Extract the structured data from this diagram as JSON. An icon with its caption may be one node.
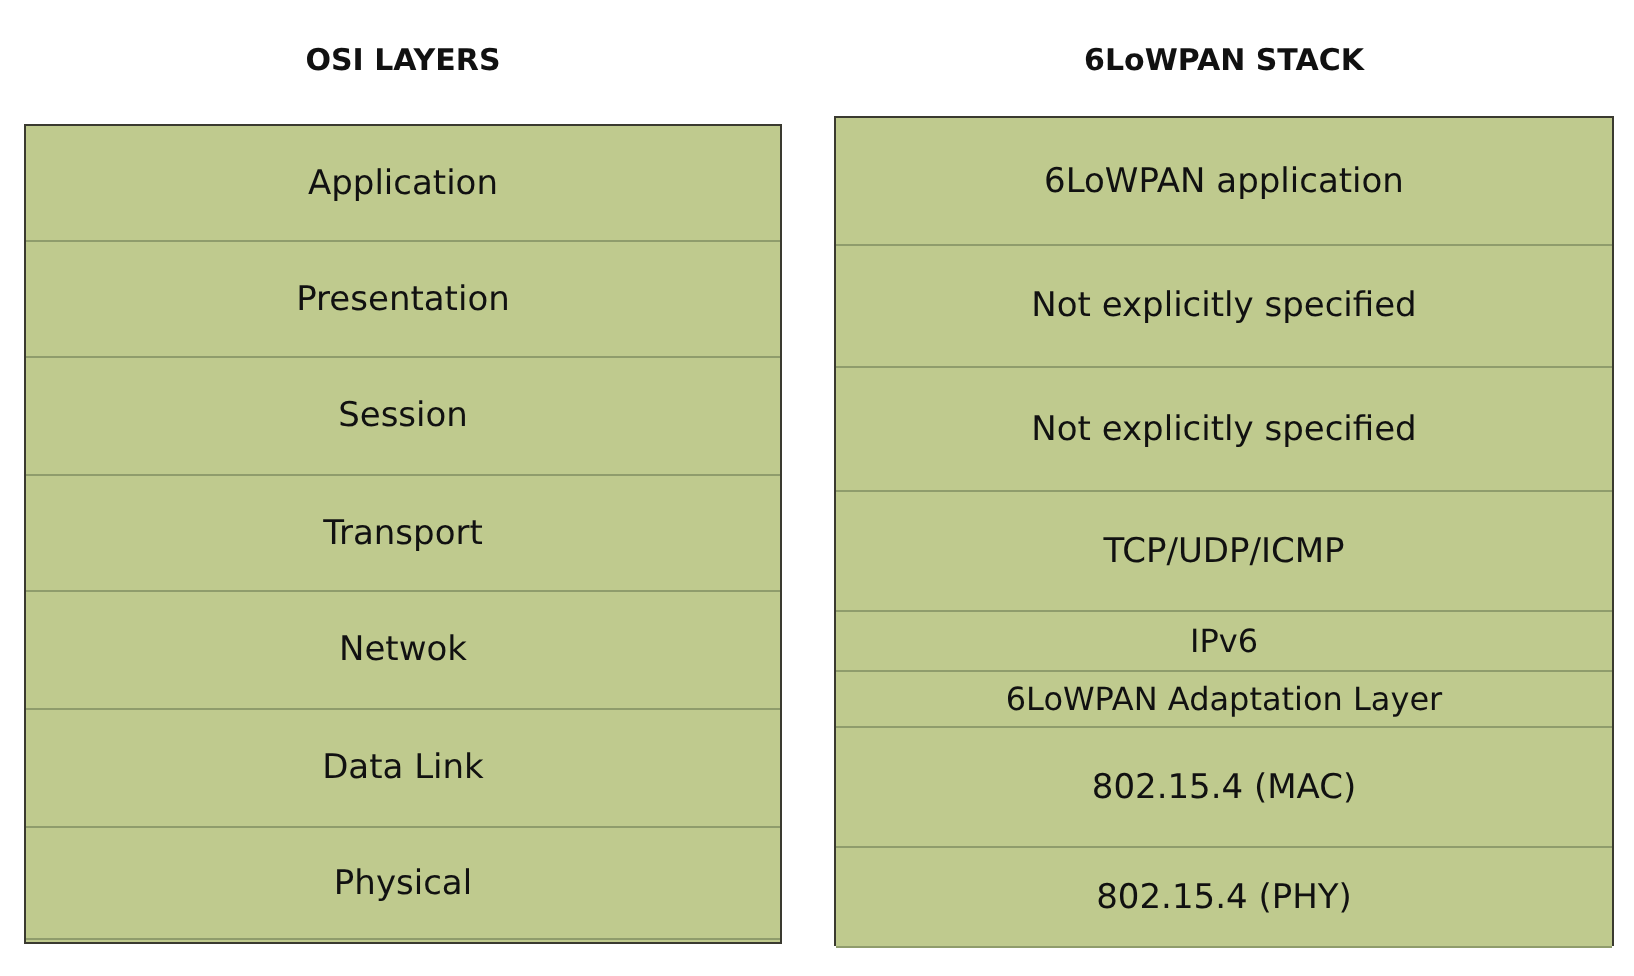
{
  "diagram": {
    "nodes": [
      {
        "text": [
          "OSI LAYERS"
        ]
      },
      {
        "text": [
          "Application"
        ],
        "in": 0
      },
      {
        "text": [
          "Presentation"
        ],
        "in": 0
      },
      {
        "text": [
          "Session"
        ],
        "in": 0
      },
      {
        "text": [
          "Transport"
        ],
        "in": 0
      },
      {
        "text": [
          "Netwok"
        ],
        "in": 0
      },
      {
        "text": [
          "Data Link"
        ],
        "in": 0
      },
      {
        "text": [
          "Physical"
        ],
        "in": 0
      },
      {
        "text": [
          "6LoWPAN STACK"
        ]
      },
      {
        "text": [
          "6LoWPAN application"
        ],
        "in": 8
      },
      {
        "text": [
          "Not explicitly specified"
        ],
        "in": 8
      },
      {
        "text": [
          "Not explicitly specified"
        ],
        "in": 8
      },
      {
        "text": [
          "TCP/UDP/ICMP"
        ],
        "in": 8
      },
      {
        "text": [
          "IPv6"
        ],
        "in": 8
      },
      {
        "text": [
          "6LoWPAN Adaptation Layer"
        ],
        "in": 8
      },
      {
        "text": [
          "802.15.4 (MAC)"
        ],
        "in": 8
      },
      {
        "text": [
          "802.15.4 (PHY)"
        ],
        "in": 8
      }
    ],
    "edges": []
  }
}
